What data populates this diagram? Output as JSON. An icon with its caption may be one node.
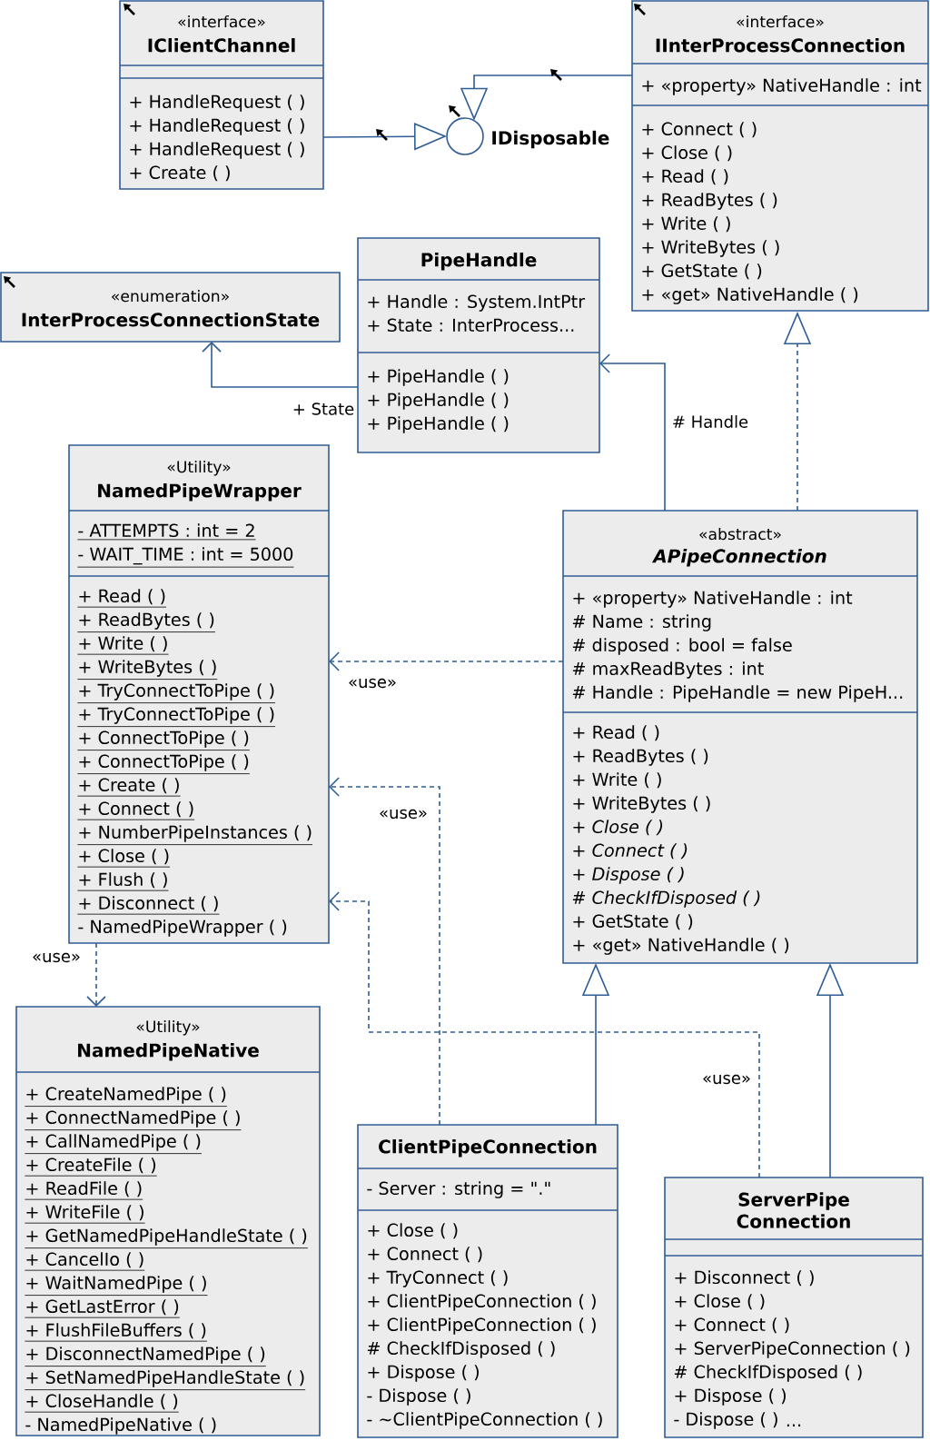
{
  "diagram": {
    "nodes": [
      {
        "text": [
          "«interface»",
          "IClientChannel",
          "+ HandleRequest ( )",
          "+ HandleRequest ( )",
          "+ HandleRequest ( )",
          "+ Create ( )"
        ]
      },
      {
        "text": [
          "IDisposable"
        ]
      },
      {
        "text": [
          "«interface»",
          "IInterProcessConnection",
          "+ «property» NativeHandle : int",
          "+ Connect ( )",
          "+ Close ( )",
          "+ Read ( )",
          "+ ReadBytes ( )",
          "+ Write ( )",
          "+ WriteBytes ( )",
          "+ GetState ( )",
          "+ «get» NativeHandle ( )"
        ]
      },
      {
        "text": [
          "PipeHandle",
          "+ Handle : System.IntPtr",
          "+ State : InterProcess...",
          "+ PipeHandle ( )",
          "+ PipeHandle ( )",
          "+ PipeHandle ( )"
        ]
      },
      {
        "text": [
          "«enumeration»",
          "InterProcessConnectionState"
        ]
      },
      {
        "text": [
          "«Utility»",
          "NamedPipeWrapper",
          "- ATTEMPTS : int = 2",
          "- WAIT_TIME : int = 5000",
          "+ Read ( )",
          "+ ReadBytes ( )",
          "+ Write ( )",
          "+ WriteBytes ( )",
          "+ TryConnectToPipe ( )",
          "+ TryConnectToPipe ( )",
          "+ ConnectToPipe ( )",
          "+ ConnectToPipe ( )",
          "+ Create ( )",
          "+ Connect ( )",
          "+ NumberPipeInstances ( )",
          "+ Close ( )",
          "+ Flush ( )",
          "+ Disconnect ( )",
          "- NamedPipeWrapper ( )"
        ]
      },
      {
        "text": [
          "«abstract»",
          "APipeConnection",
          "+ «property» NativeHandle : int",
          "# Name : string",
          "# disposed : bool = false",
          "# maxReadBytes : int",
          "# Handle : PipeHandle = new PipeH...",
          "+ Read ( )",
          "+ ReadBytes ( )",
          "+ Write ( )",
          "+ WriteBytes ( )",
          "+ Close ( )",
          "+ Connect ( )",
          "+ Dispose ( )",
          "# CheckIfDisposed ( )",
          "+ GetState ( )",
          "+ «get» NativeHandle ( )"
        ]
      },
      {
        "text": [
          "«Utility»",
          "NamedPipeNative",
          "+ CreateNamedPipe ( )",
          "+ ConnectNamedPipe ( )",
          "+ CallNamedPipe ( )",
          "+ CreateFile ( )",
          "+ ReadFile ( )",
          "+ WriteFile ( )",
          "+ GetNamedPipeHandleState ( )",
          "+ CancelIo ( )",
          "+ WaitNamedPipe ( )",
          "+ GetLastError ( )",
          "+ FlushFileBuffers ( )",
          "+ DisconnectNamedPipe ( )",
          "+ SetNamedPipeHandleState ( )",
          "+ CloseHandle ( )",
          "- NamedPipeNative ( )"
        ]
      },
      {
        "text": [
          "ClientPipeConnection",
          "- Server : string = \".\"",
          "+ Close ( )",
          "+ Connect ( )",
          "+ TryConnect ( )",
          "+ ClientPipeConnection ( )",
          "+ ClientPipeConnection ( )",
          "# CheckIfDisposed ( )",
          "+ Dispose ( )",
          "- Dispose ( )",
          "- ~ClientPipeConnection ( )"
        ]
      },
      {
        "text": [
          "ServerPipe Connection",
          "+ Disconnect ( )",
          "+ Close ( )",
          "+ Connect ( )",
          "+ ServerPipeConnection ( )",
          "# CheckIfDisposed ( )",
          "+ Dispose ( )",
          "- Dispose ( )",
          "..."
        ]
      }
    ],
    "edges": [
      {
        "from": 0,
        "to": 1,
        "arrow": "to"
      },
      {
        "from": 2,
        "to": 1,
        "arrow": "to"
      },
      {
        "from": 6,
        "to": 2,
        "arrow": "to",
        "style": "dashed"
      },
      {
        "from": 6,
        "to": 3,
        "arrow": "to",
        "label": "# Handle"
      },
      {
        "from": 3,
        "to": 4,
        "arrow": "to",
        "label": "+ State"
      },
      {
        "from": 6,
        "to": 5,
        "arrow": "to",
        "style": "dashed",
        "label": "«use»"
      },
      {
        "from": 8,
        "to": 5,
        "arrow": "to",
        "style": "dashed",
        "label": "«use»"
      },
      {
        "from": 9,
        "to": 5,
        "arrow": "to",
        "style": "dashed",
        "label": "«use»"
      },
      {
        "from": 5,
        "to": 7,
        "arrow": "to",
        "style": "dashed",
        "label": "«use»"
      },
      {
        "from": 8,
        "to": 6,
        "arrow": "to"
      },
      {
        "from": 9,
        "to": 6,
        "arrow": "to"
      }
    ]
  }
}
